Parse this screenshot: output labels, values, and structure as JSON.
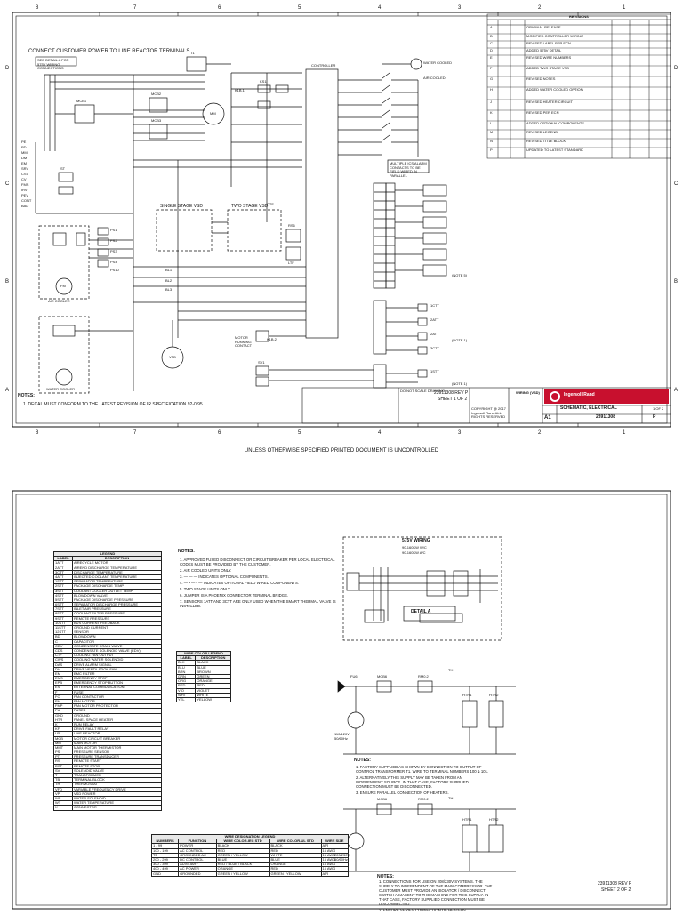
{
  "sheet1": {
    "frame_cols": [
      "8",
      "7",
      "6",
      "5",
      "4",
      "3",
      "2",
      "1"
    ],
    "frame_rows": [
      "D",
      "C",
      "B",
      "A"
    ],
    "header_note": "CONNECT CUSTOMER POWER TO LINE REACTOR TERMINALS",
    "detail_note": "SEE DETAIL A FOR 575V WIRING CONNECTIONS",
    "controller_label": "CONTROLLER",
    "water_cooled_label": "WATER COOLED",
    "air_cooled_label": "AIR COOLED",
    "air_cooler_label": "AIR COOLER",
    "water_cooler_label": "WATER COOLER",
    "single_stage_label": "SINGLE STAGE VSD",
    "two_stage_label": "TWO STAGE VSD",
    "motor_label": "MOTOR RUNNING CONTACT",
    "alarm_note": "MULTIPLE ICS ALARM CONTACTS TO BE FIELD WIRED IN PARALLEL",
    "component_labels": [
      "MCB1",
      "MCB2",
      "MCB3",
      "KS1",
      "K1B.1",
      "K1B.2",
      "T1",
      "MM",
      "FM",
      "CTF",
      "PS1",
      "PS2",
      "PS3",
      "PS4",
      "PS10",
      "RS6",
      "LTF",
      "ST",
      "1CTT",
      "2ATT",
      "2ATT",
      "3CTT",
      "1STT",
      "VFD",
      "SV1",
      "BL1",
      "BL2",
      "BL3"
    ],
    "side_labels": [
      "PE",
      "PD",
      "MM",
      "DM",
      "EM",
      "SRV",
      "CSV",
      "CV",
      "FMS",
      "IRV",
      "PEV",
      "CONT",
      "BAD"
    ],
    "right_notes": [
      "(NOTE 5)",
      "(NOTE 1)",
      "(NOTE 1)"
    ],
    "sheet_ref": "23911308 REV P",
    "sheet_ref2": "SHEET 1 OF 2",
    "notes_title": "NOTES:",
    "notes": [
      "1. DECAL MUST CONFORM TO THE LATEST REVISION OF IR SPECIFICATION 92-0.95."
    ],
    "revisions_title": "REVISIONS",
    "revisions": [
      [
        "A",
        "ORIGINAL RELEASE"
      ],
      [
        "B",
        "MODIFIED CONTROLLER WIRING"
      ],
      [
        "C",
        "REVISED LABEL PER ECN"
      ],
      [
        "D",
        "ADDED 575V DETAIL"
      ],
      [
        "E",
        "REVISED WIRE NUMBERS"
      ],
      [
        "F",
        "ADDED TWO STAGE VSD"
      ],
      [
        "G",
        "REVISED NOTES"
      ],
      [
        "H",
        "ADDED WATER COOLED OPTION"
      ],
      [
        "J",
        "REVISED HEATER CIRCUIT"
      ],
      [
        "K",
        "REVISED PER ECN"
      ],
      [
        "L",
        "ADDED OPTIONAL COMPONENTS"
      ],
      [
        "M",
        "REVISED LEGEND"
      ],
      [
        "N",
        "REVISED TITLE BLOCK"
      ],
      [
        "P",
        "UPDATED TO LATEST STANDARD"
      ]
    ],
    "title_block": {
      "company": "Ingersoll Rand",
      "title_line1": "SCHEMATIC, ELECTRICAL",
      "title_line2": "WIRING (VSD)",
      "size": "A1",
      "dwg_no": "23911308",
      "rev": "P",
      "sheet": "1 OF 2",
      "scale_note": "DO NOT SCALE DRAWING",
      "copyright": "COPYRIGHT @ 2017 Ingersoll Rand ALL RIGHTS RESERVED",
      "uncontrolled": "UNLESS OTHERWISE SPECIFIED PRINTED DOCUMENT IS UNCONTROLLED"
    }
  },
  "sheet2": {
    "legend_title": "LEGEND",
    "legend_headers": [
      "LABEL",
      "DESCRIPTION"
    ],
    "legend": [
      [
        "1ATT",
        "AIRECYCLE MOTOR"
      ],
      [
        "2ATT",
        "AIREND DISCHARGE TEMPERATURE"
      ],
      [
        "3CTT",
        "DISCHARGE TEMPERATURE"
      ],
      [
        "4ATT",
        "INJECTED COOLANT TEMPERATURE"
      ],
      [
        "1STT",
        "SEPARATOR TEMPERATURE"
      ],
      [
        "2STT",
        "PACKAGE DISCHARGE TEMP"
      ],
      [
        "3STT",
        "COOLANT COOLER OUTLET TEMP"
      ],
      [
        "4STT",
        "BLOWDOWN VALVE"
      ],
      [
        "5STT",
        "PACKAGE DISCHARGE PRESSURE"
      ],
      [
        "6STT",
        "SEPARATOR DISCHARGE PRESSURE"
      ],
      [
        "7STT",
        "INLET AIR PRESSURE"
      ],
      [
        "8STT",
        "COOLANT FILTER PRESSURE"
      ],
      [
        "9STT",
        "REMOTE PRESSURE"
      ],
      [
        "10STT",
        "BUS CURRENT FEEDBACK"
      ],
      [
        "11STT",
        "GROUND CURRENT"
      ],
      [
        "12STT",
        "SENSOR"
      ],
      [
        "BD",
        "BLOWDOWN"
      ],
      [
        "C",
        "CAPACITOR"
      ],
      [
        "CDV",
        "CONDENSATE DRAIN VALVE"
      ],
      [
        "CDS",
        "CONDENSATE SOLENOID VALVE (EDV)"
      ],
      [
        "CTF",
        "COOLING FAN OUTPUT"
      ],
      [
        "CWS",
        "COOLING WATER SOLENOID"
      ],
      [
        "DAS",
        "DRIVE ALARM SIGNAL"
      ],
      [
        "DV",
        "DRIVE VENTILATION FAN"
      ],
      [
        "EM",
        "EMC FILTER"
      ],
      [
        "EMS",
        "EMERGENCY STOP"
      ],
      [
        "EPB",
        "EMERGENCY STOP BUTTON"
      ],
      [
        "ES",
        "EXTERNAL COMMUNICATION"
      ],
      [
        "F",
        "FUSE"
      ],
      [
        "FC",
        "FAN CONTACTOR"
      ],
      [
        "FM",
        "FAN MOTOR"
      ],
      [
        "FMP",
        "FAN MOTOR PROTECTOR"
      ],
      [
        "FU",
        "FUSES"
      ],
      [
        "GND",
        "GROUND"
      ],
      [
        "HTR",
        "PANEL SPACE HEATER"
      ],
      [
        "K",
        "RUN RELAY"
      ],
      [
        "KF",
        "DRIVE FAULT RELAY"
      ],
      [
        "LR",
        "LINE REACTOR"
      ],
      [
        "MCB",
        "MOTOR CIRCUIT BREAKER"
      ],
      [
        "MM",
        "MAIN MOTOR"
      ],
      [
        "MMT",
        "MAIN MOTOR THERMISTOR"
      ],
      [
        "PS",
        "PRESSURE SENSOR"
      ],
      [
        "PT",
        "PRESSURE TRANSDUCER"
      ],
      [
        "RS",
        "REMOTE START"
      ],
      [
        "RST",
        "REMOTE STOP"
      ],
      [
        "SV",
        "SOLENOID VALVE"
      ],
      [
        "T",
        "TRANSFORMER"
      ],
      [
        "TB",
        "TERMINAL BLOCK"
      ],
      [
        "TH",
        "THERMOSTAT"
      ],
      [
        "VFD",
        "VARIABLE FREQUENCY DRIVE"
      ],
      [
        "VP",
        "VSD POWER"
      ],
      [
        "WS",
        "WATER SOLENOID"
      ],
      [
        "WT",
        "WATER TEMPERATURE"
      ],
      [
        "X",
        "CONNECTOR"
      ]
    ],
    "notes_title": "NOTES:",
    "notes": [
      "1. APPROVED FUSED DISCONNECT OR CIRCUIT BREAKER PER LOCAL ELECTRICAL CODES MUST BE PROVIDED BY THE CUSTOMER.",
      "2. AIR COOLED UNITS ONLY.",
      "3. — — — INDICATES OPTIONAL COMPONENTS.",
      "4. — • — • — INDICATES OPTIONAL FIELD WIRED COMPONENTS.",
      "5. TWO STAGE UNITS ONLY.",
      "6. JUMPER IS A PHOENIX CONNECTOR TERMINAL BRIDGE.",
      "7. SENSORS 1ATT AND 3CTT ARE ONLY USED WHEN THE SMART THERMAL VALVE IS INSTALLED."
    ],
    "wire_color_title": "WIRE COLOR LEGEND",
    "wire_color_headers": [
      "LABEL",
      "DESCRIPTION"
    ],
    "wire_colors": [
      [
        "BLK",
        "BLACK"
      ],
      [
        "BLU",
        "BLUE"
      ],
      [
        "BRN",
        "BROWN"
      ],
      [
        "GRN",
        "GREEN"
      ],
      [
        "ORG",
        "ORANGE"
      ],
      [
        "RED",
        "RED"
      ],
      [
        "VIO",
        "VIOLET"
      ],
      [
        "WHT",
        "WHITE"
      ],
      [
        "YEL",
        "YELLOW"
      ]
    ],
    "wire_designation_title": "WIRE DESIGNATION LEGEND",
    "wire_designation_headers": [
      "NUMBERS",
      "FUNCTION",
      "WIRE COLOR-IEC STD",
      "WIRE COLOR-UL STD",
      "WIRE SIZE"
    ],
    "wire_designations": [
      [
        "1 - 99",
        "POWER",
        "BLACK",
        "BLACK",
        "A/R"
      ],
      [
        "100 - 199",
        "AC CONTROL",
        "RED",
        "RED",
        "16 AWG"
      ],
      [
        "TB",
        "GROUNDED AC",
        "GREEN / YELLOW",
        "WHITE",
        "16 AWG"
      ],
      [
        "200 - 299",
        "DC CONTROL",
        "BLUE",
        "BLUE",
        "16 AWG"
      ],
      [
        "300 - 399",
        "AUXILIARY",
        "RED / BLUE / BLACK",
        "ORANGE",
        "16 AWG"
      ],
      [
        "400 - 499",
        "AC POWER",
        "ORANGE",
        "RED",
        "16 AWG"
      ],
      [
        "GND",
        "GROUNDED",
        "GREEN / YELLOW",
        "GREEN / YELLOW",
        "A/R"
      ]
    ],
    "wiring_title": "575V WIRING",
    "wiring_sub1": "90-160KW W/C",
    "wiring_sub2": "90-160KW A/C",
    "detail_label": "DETAIL A",
    "heater_notes_title": "NOTES:",
    "heater_notes_a": [
      "1. FACTORY SUPPLIED AS SHOWN BY CONNECTION TO OUTPUT OF CONTROL TRANSFORMER T1. WIRE TO TERMINAL NUMBERS 100 & 101.",
      "2. ALTERNATIVELY THIS SUPPLY MAY BE TAKEN FROM AN INDEPENDENT SOURCE. IN THAT CASE, FACTORY SUPPLIED CONNECTION MUST BE DISCONNECTED.",
      "3. ENSURE PARALLEL CONNECTION OF HEATERS."
    ],
    "heater_notes_b": [
      "1. CONNECTIONS FOR USE ON 208/230V SYSTEMS. THE SUPPLY TO INDEPENDENT OF THE MAIN COMPRESSOR. THE CUSTOMER MUST PROVIDE AN ISOLATOR / DISCONNECT SWITCH ADJACENT TO THE MACHINE FOR THIS SUPPLY. IN THAT CASE, FACTORY SUPPLIED CONNECTION MUST BE DISCONNECTED.",
      "2. ENSURE SERIES CONNECTION OF HEATERS."
    ],
    "heater_labels": [
      "HTR1",
      "HTR2",
      "TH",
      "MCB6",
      "RM0.2",
      "FU6"
    ],
    "voltage_a": "110/120V 50/60Hz",
    "voltage_b": "220/230V 50/60Hz",
    "sheet_ref": "23911308 REV P",
    "sheet_ref2": "SHEET 2 OF 2"
  }
}
